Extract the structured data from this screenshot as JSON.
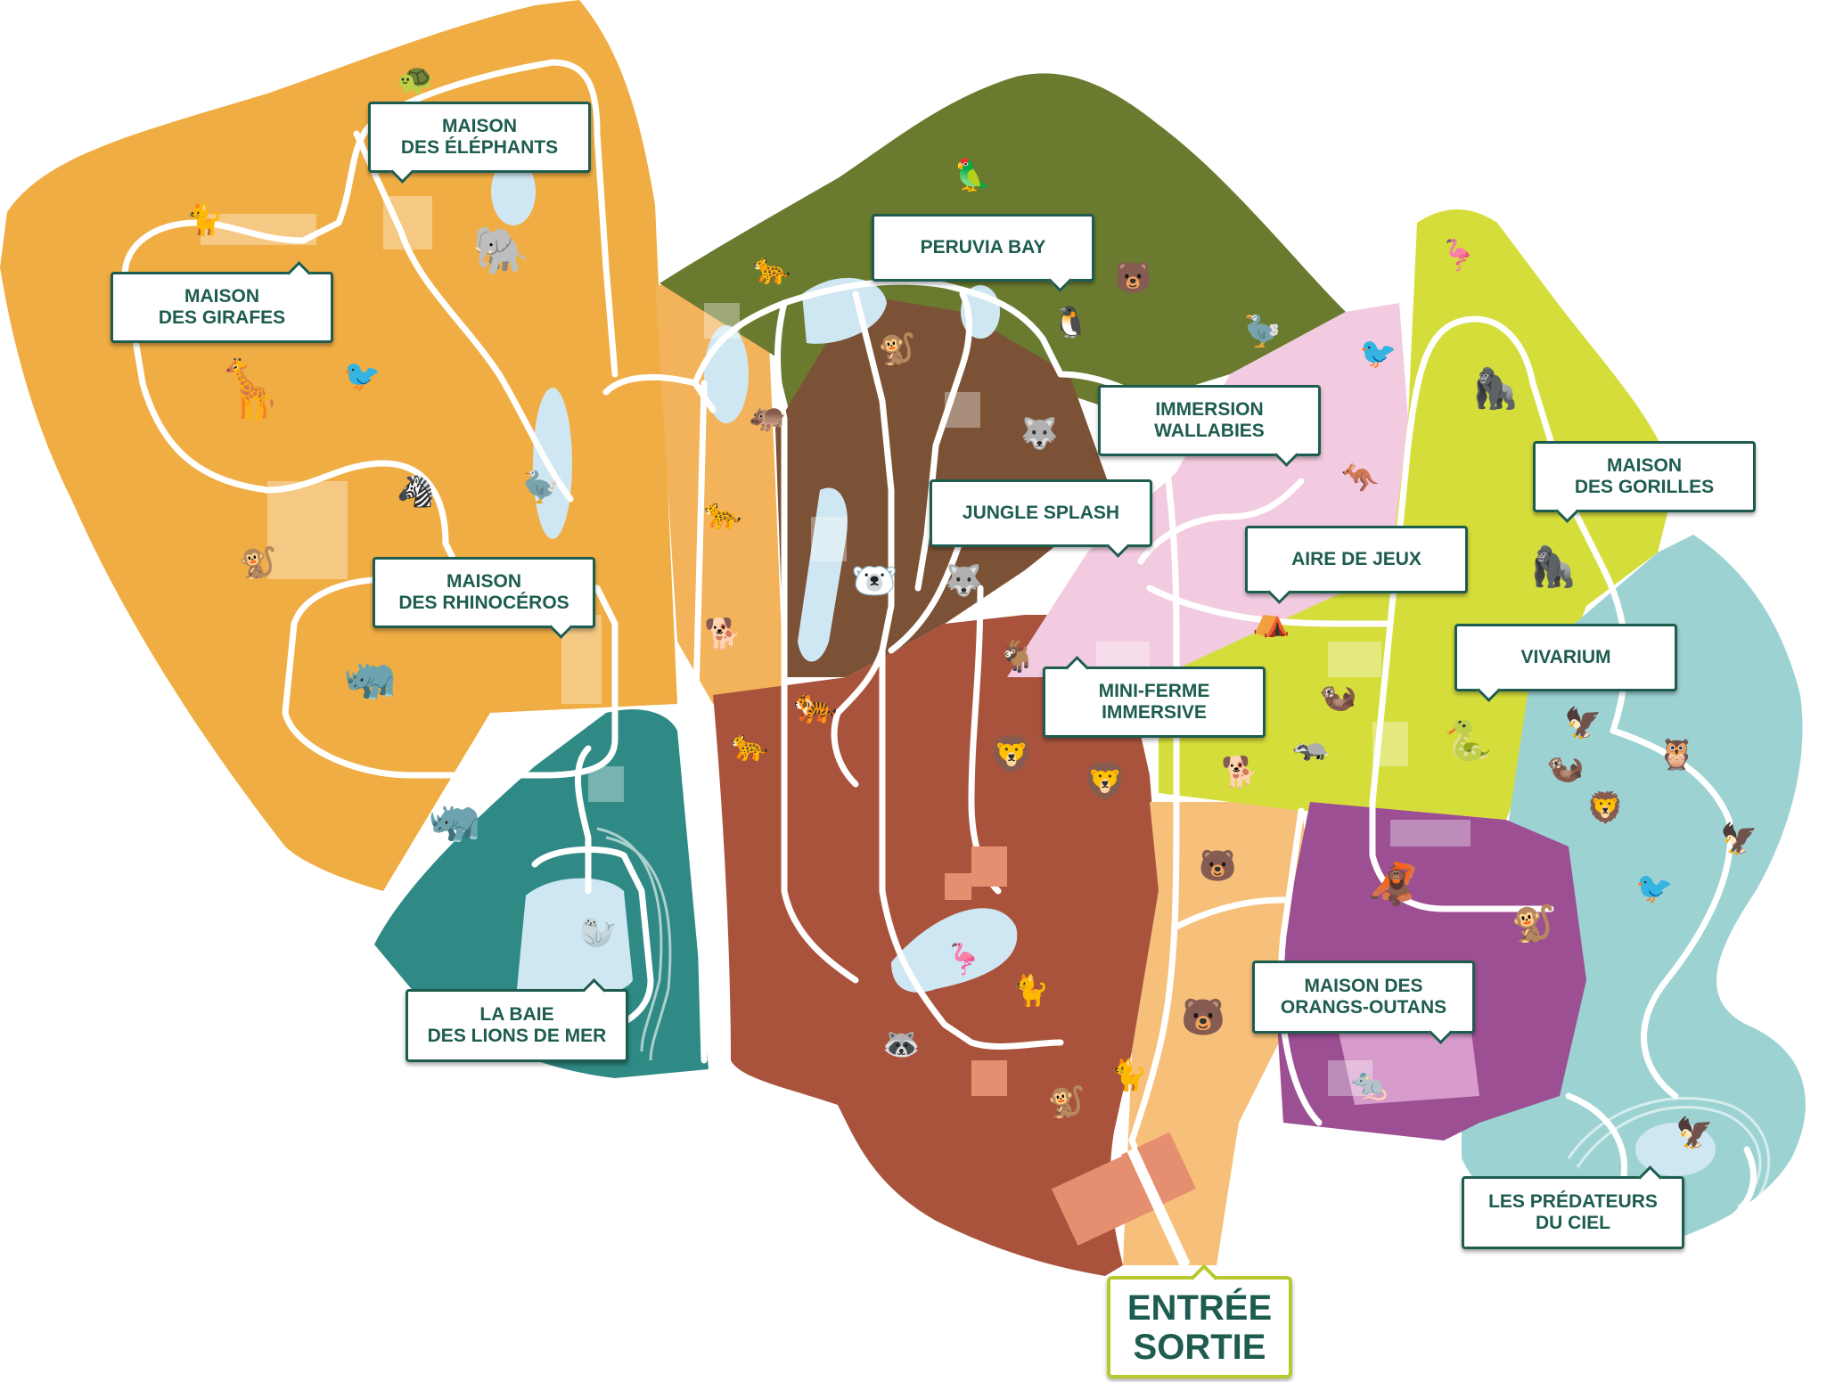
{
  "labels": {
    "elephants": [
      "MAISON",
      "DES ÉLÉPHANTS"
    ],
    "girafes": [
      "MAISON",
      "DES GIRAFES"
    ],
    "rhinoceros": [
      "MAISON",
      "DES RHINOCÉROS"
    ],
    "lions_de_mer": [
      "LA BAIE",
      "DES LIONS DE MER"
    ],
    "peruvia": [
      "PERUVIA BAY"
    ],
    "wallabies": [
      "IMMERSION",
      "WALLABIES"
    ],
    "jungle": [
      "JUNGLE SPLASH"
    ],
    "aire_jeux": [
      "AIRE DE JEUX"
    ],
    "gorilles": [
      "MAISON",
      "DES GORILLES"
    ],
    "vivarium": [
      "VIVARIUM"
    ],
    "mini_ferme": [
      "MINI-FERME",
      "IMMERSIVE"
    ],
    "orangs": [
      "MAISON DES",
      "ORANGS-OUTANS"
    ],
    "predateurs": [
      "LES PRÉDATEURS",
      "DU CIEL"
    ]
  },
  "entry": {
    "line1": "ENTRÉE",
    "line2": "SORTIE"
  },
  "colors": {
    "orange": "#f0ad43",
    "teal": "#2f8a85",
    "olive": "#6a7b2f",
    "brown": "#7c5236",
    "rust": "#a9533c",
    "pink": "#f3cbe0",
    "lime": "#d5dd3a",
    "light_blue": "#9dd2d3",
    "purple": "#9c4f93",
    "peach": "#f6c07a",
    "water": "#cfe7f2",
    "path": "#ffffff",
    "label_border": "#1d5c4f",
    "entry_border": "#b8c92f"
  }
}
